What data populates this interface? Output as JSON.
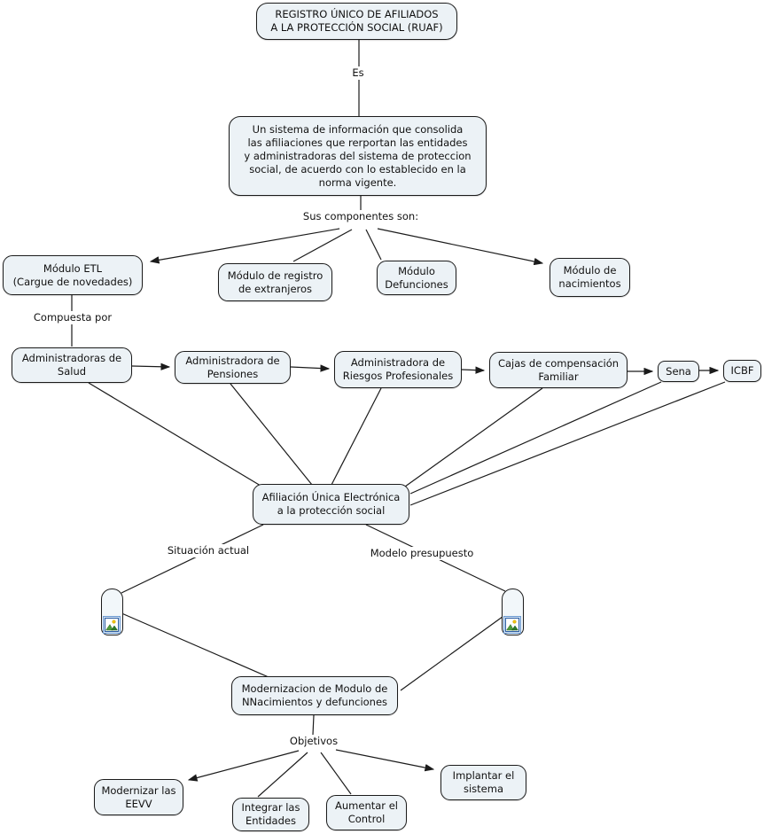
{
  "colors": {
    "node_fill": "#ecf2f6",
    "node_border": "#1b1b1b",
    "edge": "#1b1b1b",
    "background": "#ffffff",
    "resource_icon_frame": "#2f5fa3"
  },
  "nodes": {
    "ruaf": "REGISTRO ÚNICO DE AFILIADOS\nA LA PROTECCIÓN SOCIAL (RUAF)",
    "definicion": "Un sistema de información que consolida\nlas afiliaciones que rerportan las entidades\ny administradoras del sistema de proteccion\nsocial, de acuerdo con lo establecido en la\nnorma vigente.",
    "modulo_etl": "Módulo ETL\n(Cargue de novedades)",
    "modulo_registro": "Módulo de registro\nde extranjeros",
    "modulo_defunciones": "Módulo\nDefunciones",
    "modulo_nacimientos": "Módulo de\nnacimientos",
    "salud": "Administradoras de\nSalud",
    "pensiones": "Administradora de\nPensiones",
    "riesgos": "Administradora de\nRiesgos Profesionales",
    "cajas": "Cajas de compensación\nFamiliar",
    "sena": "Sena",
    "icbf": "ICBF",
    "afiliacion": "Afiliación Única Electrónica\na la protección social",
    "modernizacion": "Modernizacion de Modulo de\nNNacimientos y defunciones",
    "modernizar": "Modernizar las\nEEVV",
    "integrar": "Integrar las\nEntidades",
    "aumentar": "Aumentar el\nControl",
    "implantar": "Implantar el\nsistema"
  },
  "linking_phrases": {
    "es": "Es",
    "componentes": "Sus componentes son:",
    "compuesta": "Compuesta por",
    "situacion": "Situación actual",
    "modelo": "Modelo presupuesto",
    "objetivos": "Objetivos"
  },
  "icons": {
    "left_resource": "image-resource-icon",
    "right_resource": "image-resource-icon"
  }
}
